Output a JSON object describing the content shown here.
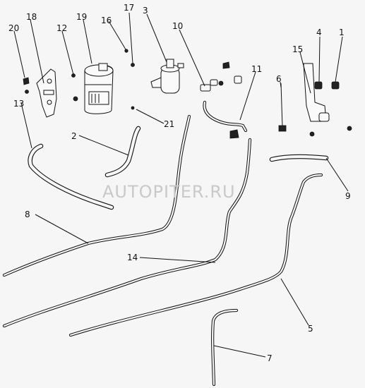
{
  "watermark": "AUTOPITER.RU",
  "callouts": {
    "c1": "1",
    "c2": "2",
    "c3": "3",
    "c4": "4",
    "c5": "5",
    "c6": "6",
    "c7": "7",
    "c8": "8",
    "c9": "9",
    "c10": "10",
    "c11": "11",
    "c12": "12",
    "c13": "13",
    "c14": "14",
    "c15": "15",
    "c16": "16",
    "c17": "17",
    "c18": "18",
    "c19": "19",
    "c20": "20",
    "c21": "21"
  }
}
